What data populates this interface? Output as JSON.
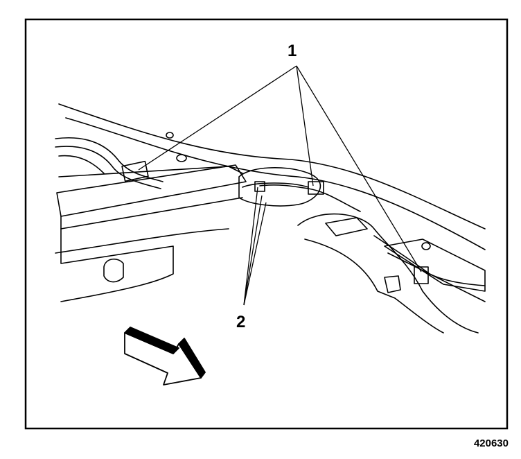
{
  "callouts": {
    "one": "1",
    "two": "2"
  },
  "figure_id": "420630",
  "colors": {
    "ink": "#000000",
    "paper": "#ffffff"
  }
}
